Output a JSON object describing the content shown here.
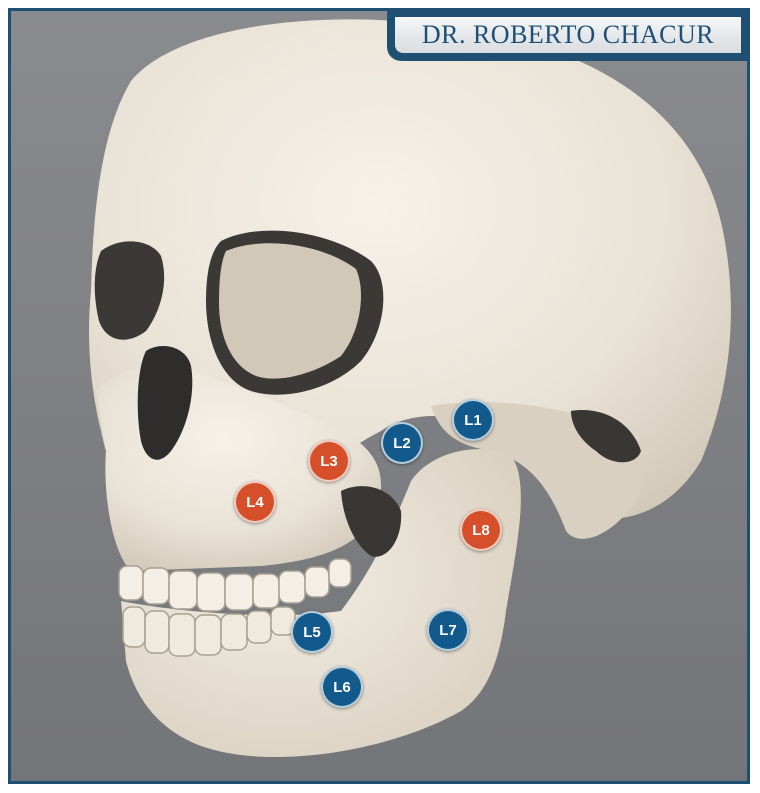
{
  "header": {
    "title": "DR. ROBERTO CHACUR"
  },
  "markers": [
    {
      "label": "L1",
      "color": "blue"
    },
    {
      "label": "L2",
      "color": "blue"
    },
    {
      "label": "L3",
      "color": "red"
    },
    {
      "label": "L4",
      "color": "red"
    },
    {
      "label": "L5",
      "color": "blue"
    },
    {
      "label": "L6",
      "color": "blue"
    },
    {
      "label": "L7",
      "color": "blue"
    },
    {
      "label": "L8",
      "color": "red"
    }
  ],
  "colors": {
    "frame": "#1f4f73",
    "background": "#7f8083",
    "blue_marker": "#125a8c",
    "red_marker": "#d5502a",
    "bone": "#eee7dc"
  }
}
